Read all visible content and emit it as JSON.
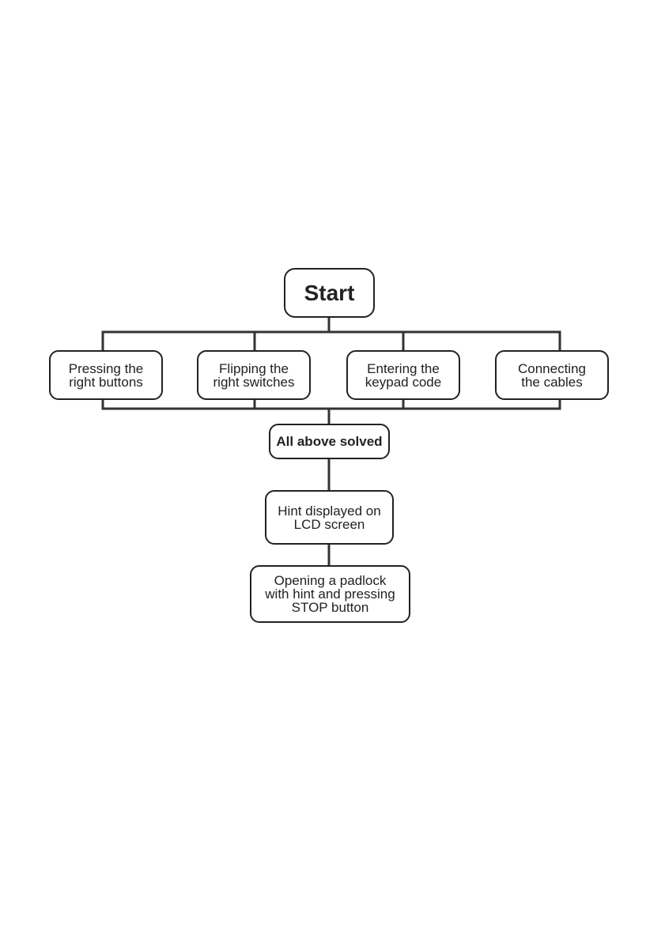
{
  "diagram": {
    "start": "Start",
    "tasks": [
      "Pressing the\nright buttons",
      "Flipping the\nright switches",
      "Entering the\nkeypad code",
      "Connecting\nthe cables"
    ],
    "solved": "All above solved",
    "hint": "Hint displayed on\nLCD screen",
    "final": "Opening a padlock\nwith hint and pressing\nSTOP button"
  },
  "colors": {
    "line": "#333333",
    "border": "#222222",
    "background": "#ffffff"
  }
}
